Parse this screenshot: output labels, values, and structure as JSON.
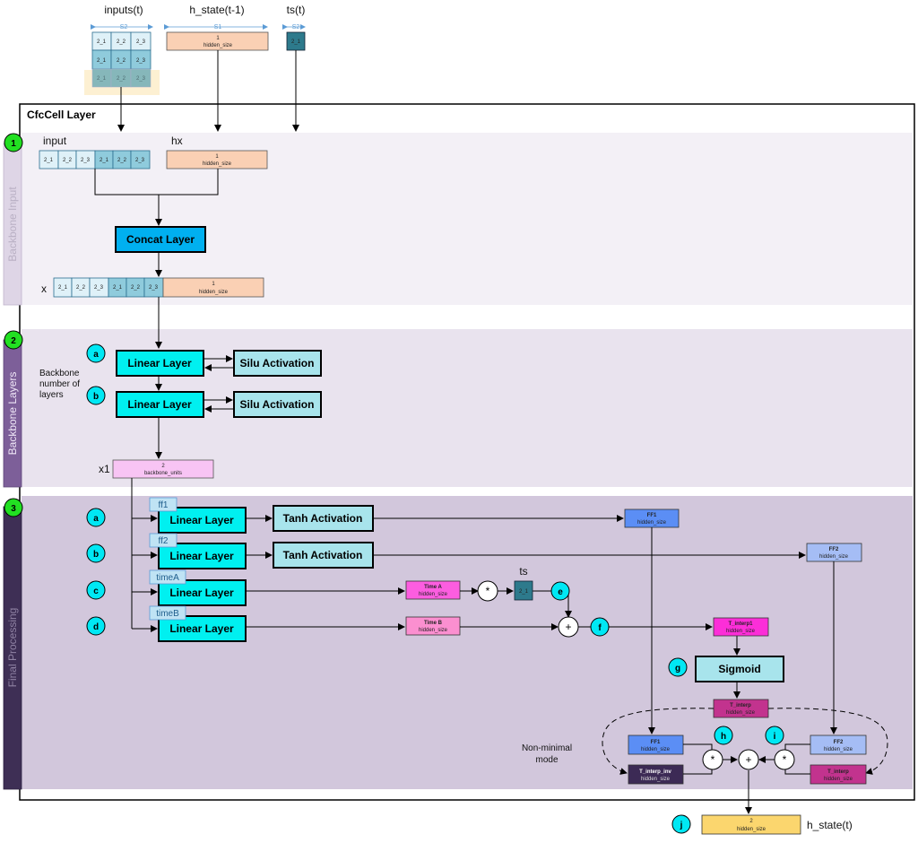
{
  "top": {
    "inputs_label": "inputs(t)",
    "inputs_dim": "S2",
    "h_label": "h_state(t-1)",
    "h_dim": "S1",
    "ts_label": "ts(t)",
    "ts_dim": "S2",
    "h_box_top": "1",
    "h_box_bottom": "hidden_size",
    "ts_cell": "2_1",
    "grid_rows": [
      [
        "2_1",
        "2_2",
        "2_3"
      ],
      [
        "2_1",
        "2_2",
        "2_3"
      ],
      [
        "2_1",
        "2_2",
        "2_3"
      ]
    ]
  },
  "layer": {
    "title": "CfcCell Layer"
  },
  "sections": [
    {
      "num": "1",
      "label": "Backbone Input"
    },
    {
      "num": "2",
      "label": "Backbone Layers"
    },
    {
      "num": "3",
      "label": "Final Processing"
    }
  ],
  "s1": {
    "input_label": "input",
    "hx_label": "hx",
    "input_cells": [
      "2_1",
      "2_2",
      "2_3",
      "2_1",
      "2_2",
      "2_3"
    ],
    "hx_top": "1",
    "hx_bottom": "hidden_size",
    "concat": "Concat Layer",
    "x_label": "x",
    "x_cells": [
      "2_1",
      "2_2",
      "2_3",
      "2_1",
      "2_2",
      "2_3"
    ],
    "x_top": "1",
    "x_bottom": "hidden_size"
  },
  "s2": {
    "note": [
      "Backbone",
      "number of",
      "layers"
    ],
    "linear": "Linear Layer",
    "silu": "Silu Activation",
    "badge_a": "a",
    "badge_b": "b",
    "x1_label": "x1",
    "x1_top": "2",
    "x1_bottom": "backbone_units"
  },
  "s3": {
    "badges": [
      "a",
      "b",
      "c",
      "d"
    ],
    "tags": [
      "ff1",
      "ff2",
      "timeA",
      "timeB"
    ],
    "linear": "Linear Layer",
    "tanh": "Tanh Activation",
    "ff1_top": "FF1",
    "ff1_bottom": "hidden_size",
    "ff2_top": "FF2",
    "ff2_bottom": "hidden_size",
    "timeA_top": "Time A",
    "timeA_bottom": "hidden_size",
    "timeB_top": "Time B",
    "timeB_bottom": "hidden_size",
    "ts_label": "ts",
    "ts_cell": "2_1",
    "mul": "*",
    "plus": "+",
    "badge_e": "e",
    "badge_f": "f",
    "badge_g": "g",
    "badge_h": "h",
    "badge_i": "i",
    "badge_j": "j",
    "tinterp1_top": "T_interp1",
    "tinterp1_bottom": "hidden_size",
    "sigmoid": "Sigmoid",
    "tinterp_top": "T_interp",
    "tinterp_bottom": "hidden_size",
    "nonmin": [
      "Non-minimal",
      "mode"
    ],
    "ff1b_top": "FF1",
    "ff1b_bottom": "hidden_size",
    "ff2b_top": "FF2",
    "ff2b_bottom": "hidden_size",
    "tinv_top": "T_interp_inv",
    "tinv_bottom": "hidden_size",
    "tint2_top": "T_interp",
    "tint2_bottom": "hidden_size",
    "out_top": "2",
    "out_bottom": "hidden_size",
    "out_label": "h_state(t)"
  },
  "colors": {
    "cyan_btn": "#00f0f0",
    "light_btn": "#a8e4ec",
    "concat": "#00b0f0",
    "peach": "#fad0b4",
    "pink": "#f8c4f4",
    "section1": "#f3f0f6",
    "section2": "#e9e3ee",
    "section3": "#d2c7dc",
    "badge_cyan": "#00e8f4",
    "badge_green": "#22e022"
  }
}
